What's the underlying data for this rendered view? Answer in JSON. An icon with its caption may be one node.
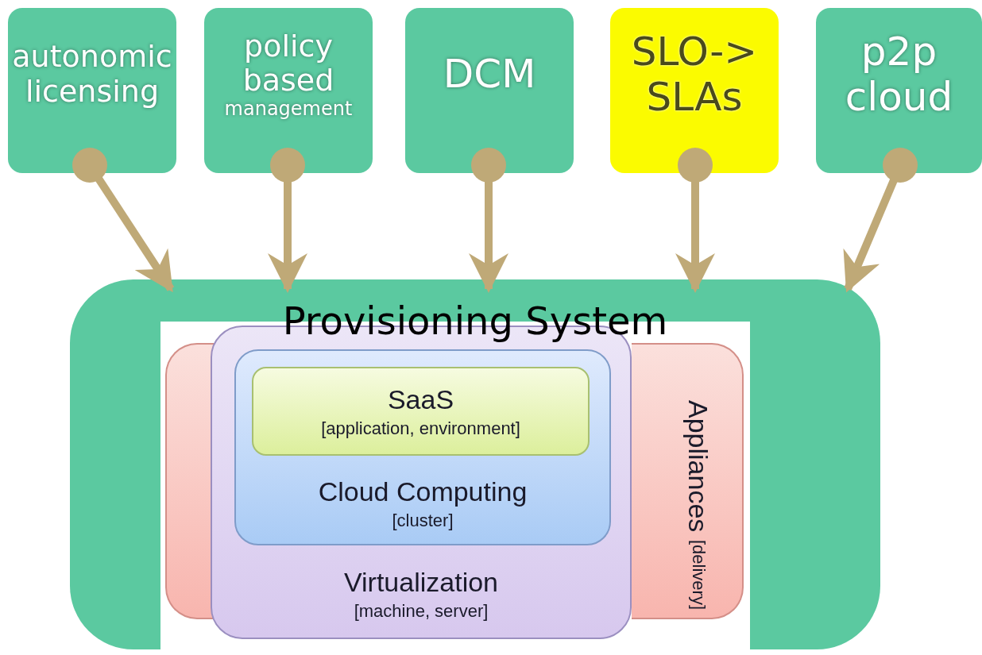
{
  "diagram": {
    "nodes": [
      {
        "text": [
          "autonomic licensing"
        ]
      },
      {
        "text": [
          "policy based",
          "management"
        ]
      },
      {
        "text": [
          "DCM"
        ]
      },
      {
        "text": [
          "SLO-> SLAs"
        ]
      },
      {
        "text": [
          "p2p cloud"
        ]
      },
      {
        "text": [
          "Provisioning System"
        ]
      },
      {
        "text": [
          "Virtualization",
          "[machine, server]"
        ],
        "in": 5
      },
      {
        "text": [
          "Cloud Computing",
          "[cluster]"
        ],
        "in": 6
      },
      {
        "text": [
          "SaaS",
          "[application, environment]"
        ],
        "in": 7
      },
      {
        "text": [
          "Appliances",
          "[delivery]"
        ],
        "in": 5
      }
    ],
    "edges": [
      {
        "from": 0,
        "to": 5,
        "arrow": "to"
      },
      {
        "from": 1,
        "to": 5,
        "arrow": "to"
      },
      {
        "from": 2,
        "to": 5,
        "arrow": "to"
      },
      {
        "from": 3,
        "to": 5,
        "arrow": "to"
      },
      {
        "from": 4,
        "to": 5,
        "arrow": "to"
      }
    ]
  }
}
